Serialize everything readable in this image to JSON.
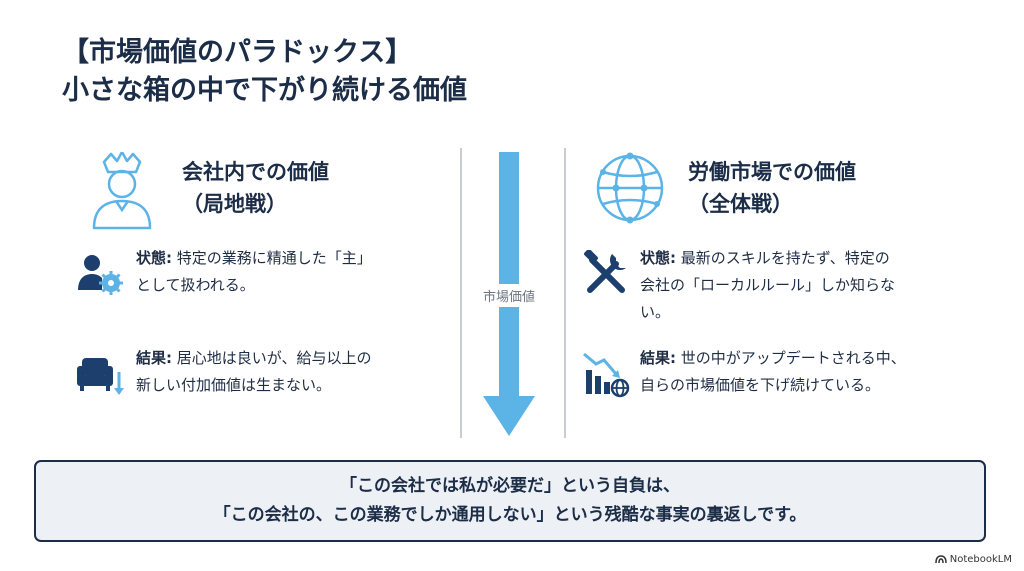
{
  "title": {
    "line1": "【市場価値のパラドックス】",
    "line2": "小さな箱の中で下がり続ける価値"
  },
  "arrow": {
    "label": "市場価値"
  },
  "left": {
    "heading_line1": "会社内での価値",
    "heading_line2": "（局地戦）",
    "icon": "crowned-person-icon",
    "items": [
      {
        "icon": "person-gear-icon",
        "label": "状態:",
        "text_line1": " 特定の業務に精通した「主」",
        "text_line2": "として扱われる。"
      },
      {
        "icon": "armchair-down-icon",
        "label": "結果:",
        "text_line1": " 居心地は良いが、給与以上の",
        "text_line2": "新しい付加価値は生まない。"
      }
    ]
  },
  "right": {
    "heading_line1": "労働市場での価値",
    "heading_line2": "（全体戦）",
    "icon": "globe-network-icon",
    "items": [
      {
        "icon": "tools-icon",
        "label": "状態:",
        "text_line1": " 最新のスキルを持たず、特定の",
        "text_line2": "会社の「ローカルルール」しか知らな",
        "text_line3": "い。"
      },
      {
        "icon": "declining-chart-globe-icon",
        "label": "結果:",
        "text_line1": " 世の中がアップデートされる中、",
        "text_line2": "自らの市場価値を下げ続けている。"
      }
    ]
  },
  "summary": {
    "line1": "「この会社では私が必要だ」という自負は、",
    "line2": "「この会社の、この業務でしか通用しない」という残酷な事実の裏返しです。"
  },
  "footer": {
    "brand": "NotebookLM"
  },
  "colors": {
    "navy": "#1c2d48",
    "accent_blue": "#5bb3e6",
    "summary_bg": "#edf0f4"
  }
}
